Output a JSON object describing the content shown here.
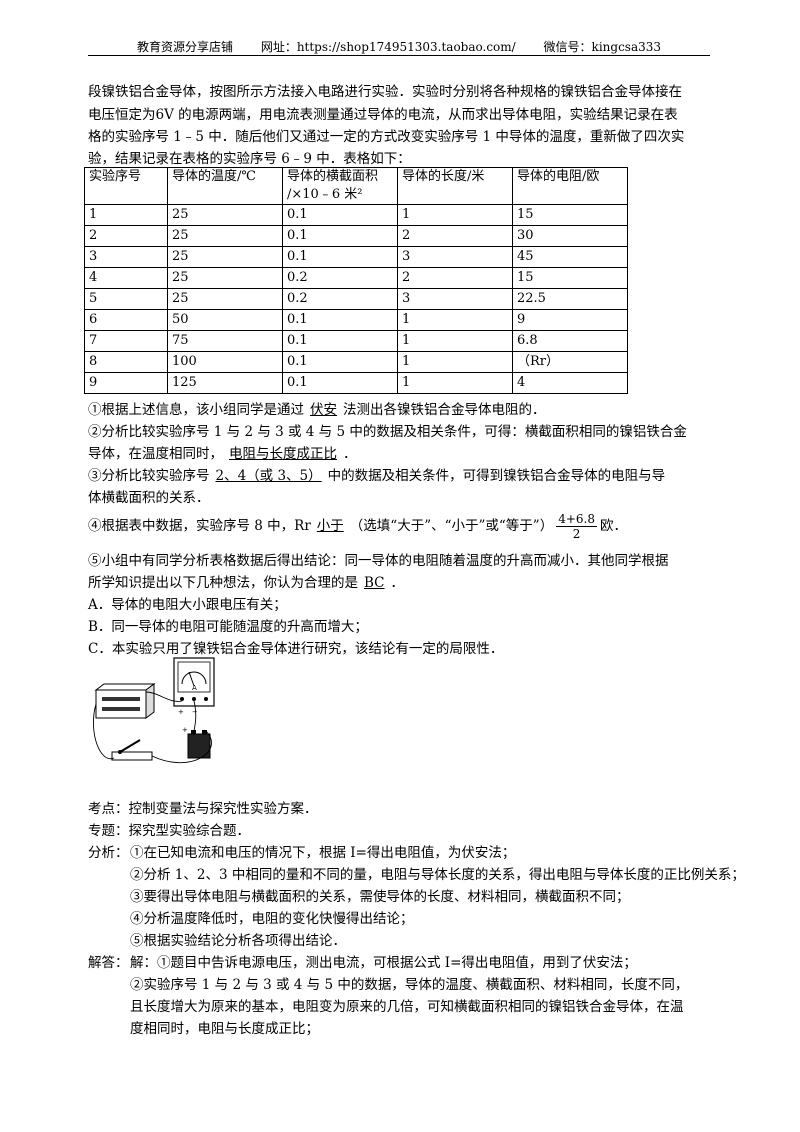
{
  "header": {
    "shop": "教育资源分享店铺",
    "url": "网址：https://shop174951303.taobao.com/",
    "wechat": "微信号：kingcsa333"
  },
  "intro": {
    "l1": "段镍铁铝合金导体，按图所示方法接入电路进行实验．实验时分别将各种规格的镍铁铝合金导体接在",
    "l2": "电压恒定为6V 的电源两端，用电流表测量通过导体的电流，从而求出导体电阻，实验结果记录在表",
    "l3": "格的实验序号 1﹣5 中．随后他们又通过一定的方式改变实验序号 1 中导体的温度，重新做了四次实",
    "l4": "验，结果记录在表格的实验序号 6﹣9 中．表格如下："
  },
  "table": {
    "headers": [
      "实验序号",
      "导体的温度/℃",
      "导体的横截面积/×10﹣6 米²",
      "导体的长度/米",
      "导体的电阻/欧"
    ],
    "header_l1": "导体的横截面积",
    "header_l2": "/×10﹣6 米²",
    "rows": [
      [
        "1",
        "25",
        "0.1",
        "1",
        "15"
      ],
      [
        "2",
        "25",
        "0.1",
        "2",
        "30"
      ],
      [
        "3",
        "25",
        "0.1",
        "3",
        "45"
      ],
      [
        "4",
        "25",
        "0.2",
        "2",
        "15"
      ],
      [
        "5",
        "25",
        "0.2",
        "3",
        "22.5"
      ],
      [
        "6",
        "50",
        "0.1",
        "1",
        "9"
      ],
      [
        "7",
        "75",
        "0.1",
        "1",
        "6.8"
      ],
      [
        "8",
        "100",
        "0.1",
        "1",
        "（Rr）"
      ],
      [
        "9",
        "125",
        "0.1",
        "1",
        "4"
      ]
    ]
  },
  "questions": {
    "q1_a": "①根据上述信息，该小组同学是通过",
    "q1_ans": "伏安",
    "q1_b": "法测出各镍铁铝合金导体电阻的．",
    "q2_a": "②分析比较实验序号 1 与 2 与 3 或 4 与 5 中的数据及相关条件，可得：横截面积相同的镍铝铁合金",
    "q2_b": "导体，在温度相同时，",
    "q2_ans": "电阻与长度成正比",
    "q2_c": "．",
    "q3_a": "③分析比较实验序号",
    "q3_ans": "2、4（或 3、5）",
    "q3_b": "中的数据及相关条件，可得到镍铁铝合金导体的电阻与导",
    "q3_c": "体横截面积的关系．",
    "q4_a": "④根据表中数据，实验序号 8 中，Rr",
    "q4_ans": "小于",
    "q4_b": "（选填“大于”、“小于”或“等于”）",
    "q4_num": "4+6.8",
    "q4_den": "2",
    "q4_c": "欧．",
    "q5_a": "⑤小组中有同学分析表格数据后得出结论：同一导体的电阻随着温度的升高而减小．其他同学根据",
    "q5_b": "所学知识提出以下几种想法，你认为合理的是",
    "q5_ans": "BC",
    "q5_c": "．",
    "optA": "A．导体的电阻大小跟电压有关；",
    "optB": "B．同一导体的电阻可能随温度的升高而增大；",
    "optC": "C．本实验只用了镍铁铝合金导体进行研究，该结论有一定的局限性．"
  },
  "analysis": {
    "kaodian": "考点：控制变量法与探究性实验方案．",
    "zhuanti": "专题：探究型实验综合题．",
    "fenxi_label": "分析：",
    "f1": "①在已知电流和电压的情况下，根据 I=得出电阻值，为伏安法；",
    "f2": "②分析 1、2、3 中相同的量和不同的量，电阻与导体长度的关系，得出电阻与导体长度的正比例关系；",
    "f3": "③要得出导体电阻与横截面积的关系，需使导体的长度、材料相同，横截面积不同；",
    "f4": "④分析温度降低时，电阻的变化快慢得出结论；",
    "f5": "⑤根据实验结论分析各项得出结论．",
    "jieda_label": "解答：",
    "j1": "解：①题目中告诉电源电压，测出电流，可根据公式 I=得出电阻值，用到了伏安法；",
    "j2": "②实验序号 1 与 2 与 3 或 4 与 5 中的数据，导体的温度、横截面积、材料相同，长度不同，",
    "j3": "且长度增大为原来的基本，电阻变为原来的几倍，可知横截面积相同的镍铝铁合金导体，在温",
    "j4": "度相同时，电阻与长度成正比；"
  }
}
